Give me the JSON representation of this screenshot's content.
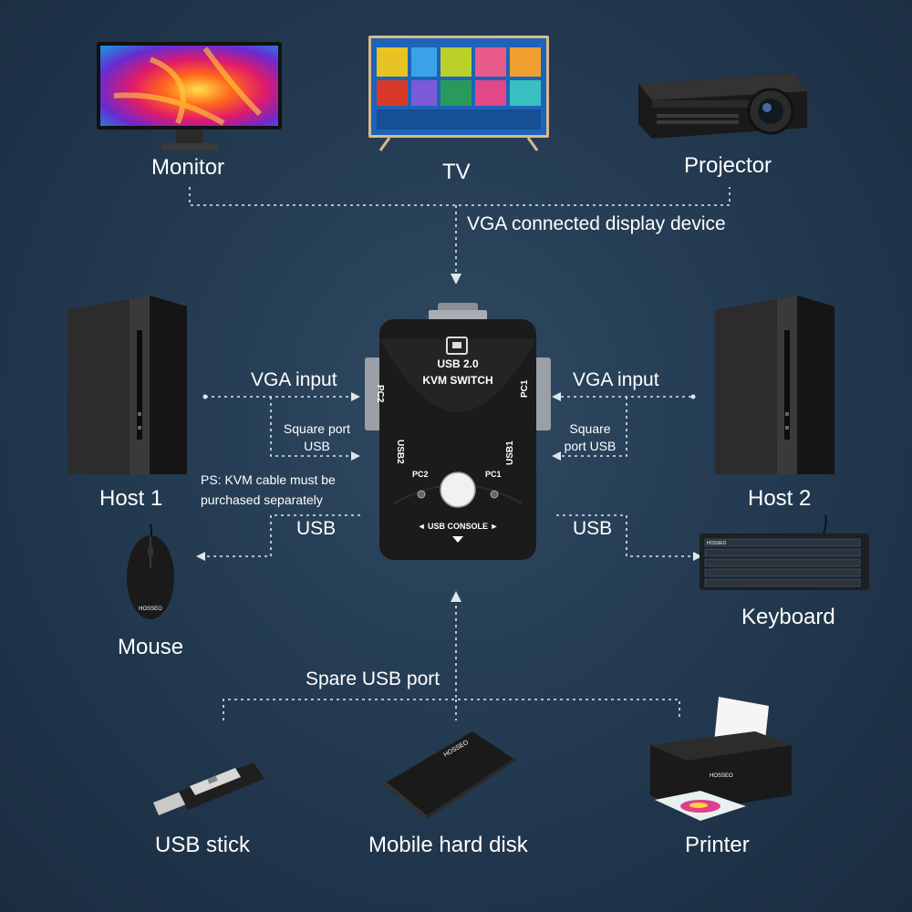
{
  "devices": {
    "monitor": "Monitor",
    "tv": "TV",
    "projector": "Projector",
    "host1": "Host 1",
    "host2": "Host 2",
    "mouse": "Mouse",
    "keyboard": "Keyboard",
    "usb_stick": "USB stick",
    "hard_disk": "Mobile hard disk",
    "printer": "Printer"
  },
  "connections": {
    "display_group": "VGA connected display device",
    "vga_left": "VGA input",
    "vga_right": "VGA input",
    "square_left": "Square port USB",
    "square_right": "Square port USB",
    "usb_left": "USB",
    "usb_right": "USB",
    "spare_usb": "Spare USB port",
    "ps_note": "PS: KVM cable must be purchased separately"
  },
  "kvm": {
    "model_line1": "USB 2.0",
    "model_line2": "KVM SWITCH",
    "pc1": "PC1",
    "pc2": "PC2",
    "usb1": "USB1",
    "usb2": "USB2",
    "console": "◄ USB CONSOLE ►"
  },
  "brand": {
    "label": "HOSSEO"
  },
  "colors": {
    "background": "#243b52",
    "line": "#dde6ee",
    "text": "#ffffff"
  }
}
